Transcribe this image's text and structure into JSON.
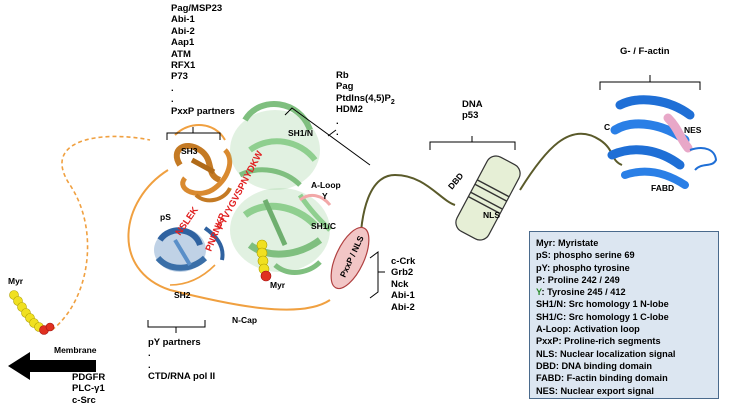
{
  "labels": {
    "sh3_partners": [
      "Pag/MSP23",
      "Abi-1",
      "Abi-2",
      "Aap1",
      "ATM",
      "RFX1",
      "P73",
      ".",
      ".",
      "PxxP partners"
    ],
    "sh1n_partners": [
      "Rb",
      "Pag",
      "PtdIns(4,5)P",
      "HDM2",
      ".",
      "."
    ],
    "sh1n_partners_subscript": "2",
    "dna_partners": [
      "DNA",
      "p53"
    ],
    "actin_title": "G- / F-actin",
    "sh3": "SH3",
    "sh1n": "SH1/N",
    "aloop": "A-Loop",
    "aloop_y": "Y",
    "sh1c": "SH1/C",
    "ps": "pS",
    "sh2": "SH2",
    "myr_center": "Myr",
    "ncap": "N-Cap",
    "pxxp_nls": "PxxP / NLS",
    "pxxp_partners": [
      "c-Crk",
      "Grb2",
      "Nck",
      "Abi-1",
      "Abi-2"
    ],
    "py_partners": [
      "pY partners",
      ".",
      ".",
      "CTD/RNA pol II"
    ],
    "membrane": "Membrane",
    "membrane_partners": [
      "PDGFR",
      "PLC-γ1",
      "c-Src"
    ],
    "myr_left": "Myr",
    "dbd": "DBD",
    "nls": "NLS",
    "c_term": "C",
    "nes": "NES",
    "fabd": "FABD",
    "seq_pxxp": "PTVYGVSPNYDKW",
    "seq_nslek": "NSLEK",
    "seq_py": "PNRNKP"
  },
  "legend": [
    {
      "key": "Myr",
      "text": "Myristate"
    },
    {
      "key": "pS",
      "text": "phospho serine 69"
    },
    {
      "key": "pY",
      "text": "phospho tyrosine"
    },
    {
      "key": "P",
      "text": "Proline 242 / 249"
    },
    {
      "key": "Y",
      "text": "Tyrosine 245 / 412"
    },
    {
      "key": "SH1/N",
      "text": "Src homology 1 N-lobe"
    },
    {
      "key": "SH1/C",
      "text": "Src homology 1 C-lobe"
    },
    {
      "key": "A-Loop",
      "text": "Activation loop"
    },
    {
      "key": "PxxP",
      "text": "Proline-rich segments"
    },
    {
      "key": "NLS",
      "text": "Nuclear localization signal"
    },
    {
      "key": "DBD",
      "text": "DNA binding domain"
    },
    {
      "key": "FABD",
      "text": "F-actin binding domain"
    },
    {
      "key": "NES",
      "text": "Nuclear export signal"
    }
  ],
  "colors": {
    "sh3": "#c47a24",
    "sh2": "#3a6fa8",
    "kinase": "#8fcf8f",
    "linker_orange": "#f0a040",
    "linker_olive": "#5a5a2a",
    "dbd_fill": "#e6efd6",
    "pxxp_fill": "#f2c6c6",
    "fabd": "#1f6fd6",
    "nes": "#e8a8c8",
    "myristate": "#f0e020",
    "legend_bg": "#dce6f1",
    "sequence_red": "#e02020"
  }
}
